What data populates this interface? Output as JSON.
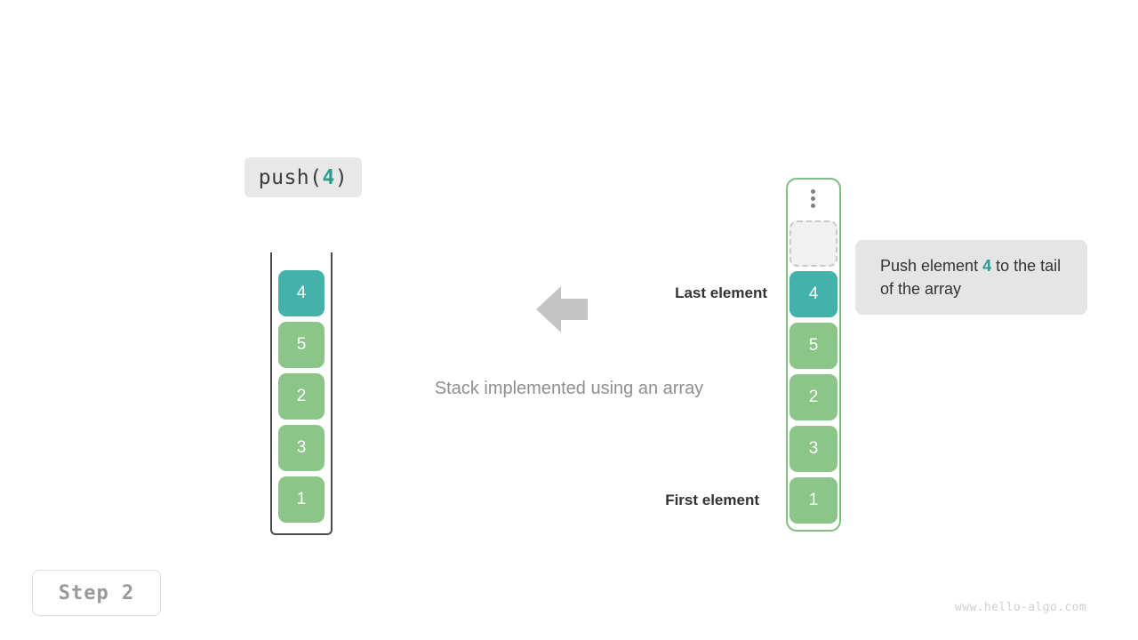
{
  "operation": {
    "name": "push",
    "open_paren": "(",
    "value": "4",
    "close_paren": ")"
  },
  "stack": {
    "caption": "Stack implemented using an array",
    "cells": [
      {
        "value": "4",
        "color": "teal"
      },
      {
        "value": "5",
        "color": "green"
      },
      {
        "value": "2",
        "color": "green"
      },
      {
        "value": "3",
        "color": "green"
      },
      {
        "value": "1",
        "color": "green"
      }
    ]
  },
  "array": {
    "ellipsis_icon": "vertical-ellipsis-icon",
    "empty_slot_label": "",
    "cells": [
      {
        "value": "4",
        "color": "teal"
      },
      {
        "value": "5",
        "color": "green"
      },
      {
        "value": "2",
        "color": "green"
      },
      {
        "value": "3",
        "color": "green"
      },
      {
        "value": "1",
        "color": "green"
      }
    ]
  },
  "annotations": {
    "last_element": "Last element",
    "first_element": "First element",
    "arrow_icon": "arrow-left-icon"
  },
  "tooltip": {
    "text_before": "Push element ",
    "value": "4",
    "text_after": " to the tail of the array"
  },
  "footer": {
    "step_label": "Step 2",
    "watermark": "www.hello-algo.com"
  },
  "colors": {
    "teal": "#44b2ab",
    "green": "#8cc588",
    "accent_text": "#2a9d8f",
    "array_border": "#83bd85",
    "stack_border": "#4a4a4a",
    "badge_bg": "#e8e8e8",
    "tooltip_bg": "#e5e5e5",
    "arrow": "#c4c4c4"
  }
}
